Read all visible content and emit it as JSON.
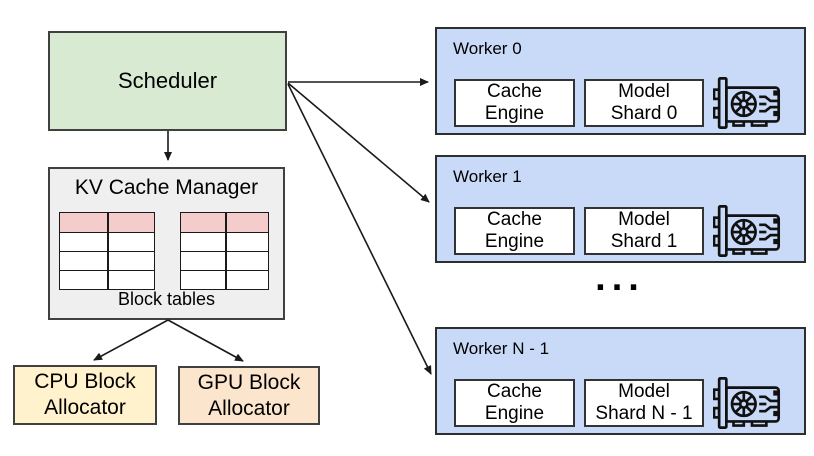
{
  "diagram": {
    "scheduler": {
      "label": "Scheduler"
    },
    "kv_cache_manager": {
      "title": "KV Cache Manager",
      "caption": "Block tables",
      "tables": {
        "count": 2,
        "rows": 4,
        "cols": 2
      }
    },
    "cpu_allocator": {
      "label": "CPU Block\nAllocator"
    },
    "gpu_allocator": {
      "label": "GPU Block\nAllocator"
    },
    "workers": [
      {
        "title": "Worker 0",
        "cache_engine": "Cache\nEngine",
        "model_shard": "Model\nShard 0"
      },
      {
        "title": "Worker 1",
        "cache_engine": "Cache\nEngine",
        "model_shard": "Model\nShard 1"
      },
      {
        "title": "Worker N - 1",
        "cache_engine": "Cache\nEngine",
        "model_shard": "Model\nShard N - 1"
      }
    ],
    "ellipsis": "...",
    "colors": {
      "scheduler_fill": "#d9ead3",
      "kv_fill": "#efefef",
      "table_header_fill": "#f4cccc",
      "cpu_fill": "#fff2cc",
      "gpu_fill": "#fce5cd",
      "worker_fill": "#c9daf8",
      "border": "#404040",
      "arrow": "#1a1a1a"
    }
  }
}
